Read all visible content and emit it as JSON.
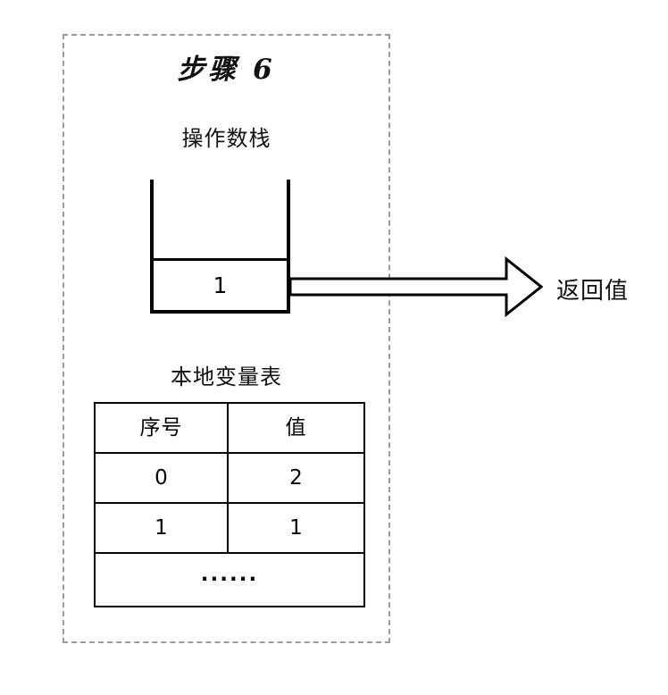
{
  "diagram": {
    "step_title": "步骤 6",
    "operand_stack": {
      "label": "操作数栈",
      "slots": [
        "1"
      ]
    },
    "return_arrow": {
      "label": "返回值",
      "direction": "right",
      "style": "hollow-block-arrow"
    },
    "local_variable_table": {
      "label": "本地变量表",
      "columns": [
        "序号",
        "值"
      ],
      "rows": [
        {
          "index": "0",
          "value": "2"
        },
        {
          "index": "1",
          "value": "1"
        }
      ],
      "ellipsis": "······"
    },
    "colors": {
      "stroke": "#000000",
      "frame_dash": "#9a9a9a",
      "background": "#ffffff",
      "text": "#111111"
    }
  }
}
